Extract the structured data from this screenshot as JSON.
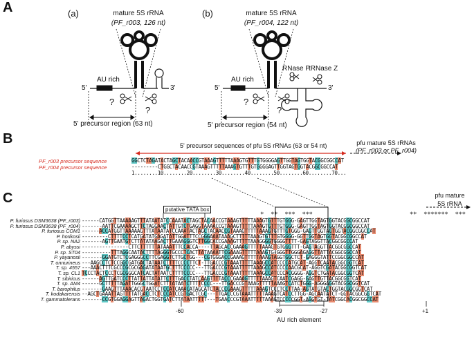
{
  "panel_a": {
    "letter": "A",
    "sub_a": "(a)",
    "sub_b": "(b)",
    "mature_a_title": "mature 5S rRNA",
    "mature_a_detail": "(PF_r003, 126 nt)",
    "mature_b_title": "mature 5S rRNA",
    "mature_b_detail": "(PF_r004, 122 nt)",
    "au_rich_a": "AU rich",
    "au_rich_b": "AU rich",
    "five_prime_a": "5'",
    "three_prime_a": "3'",
    "five_prime_b": "5'",
    "three_prime_b": "3'",
    "question": "?",
    "precursor_a": "5' precursor region (63 nt)",
    "precursor_b": "5' precursor region (54 nt)",
    "rnase_p": "RNase P",
    "trnase_z": "tRNase Z"
  },
  "panel_b": {
    "letter": "B",
    "arrow_label": "5' precursor sequences of pfu 5S rRNAs (63 or 54 nt)",
    "mature_label_1": "pfu mature 5S rRNAs",
    "mature_label_2": "(PF_r003 or PF_r004)",
    "row1_name": "PF_r003 precursor sequence",
    "row2_name": "PF_r004 precursor sequence",
    "row1_seq": "GGCTCTAGATACTAGCTACAACCGTAAAGTTTTTAAAGTGTTTGTGGGGAGTTGGTAGTGGTACGGCGGCCAT",
    "row2_seq": "---------CTGGCTACAACCGTAAAGTTTTTAAAGTGTTTGTGGGGAGTTGGTAGTGGTACGGCGGCCAT",
    "ruler": "1........10........20........30........40........50........60........70..."
  },
  "panel_c": {
    "letter": "C",
    "tata_label": "putative TATA box",
    "mature_label_1": "pfu mature",
    "mature_label_2": "5S rRNA",
    "au_element": "AU rich element",
    "pos_m60": "-60",
    "pos_m39": "-39",
    "pos_m27": "-27",
    "pos_p1": "+1",
    "stars_1": "*  **  ***  ***",
    "stars_2": "**  *******  ***",
    "species": [
      "P. furiosus DSM3638  (PF_r003)",
      "P. furiosus DSM3638  (PF_r004)",
      "P. furiosus COM1",
      "P. horikosii",
      "P. sp. NA2",
      "P. abyssi",
      "P. sp. ST04",
      "P. yayanosii",
      "T. onnurineus",
      "T. sp. 4557",
      "T. sp. CL1",
      "T. sibiricus",
      "T. sp. AM4",
      "T. barophilus",
      "T. kodakarensis",
      "T. gammatolerans"
    ],
    "sequences": [
      "------CATGGTTAAAAAGTTTATAATATCCAAATACTAGCTACAACCGTAAAGTTTTTAAAGTGTTTGTGGG-GAGTTGGTAGTGGTACGGCGGCCAT",
      "-------AATTCGAAAAGCTTCTAGGAACTATTGTCTGAGGTAAAACCGTAAAGTTTTTAAAGTGTTTGTGGG-GAGTTGGTAGTGGTACGGCGGCCAT",
      "------ACCATGGTTAAAAAGTTTATAATATCCAAATACTAGCTACAACCGTAAAGTTTTTAAAGTGTTTGTGGG-GAGTTGGTAGTGGTACGGCGGCCAT",
      "---------CTTTTCCTCATGATATGAGATATTGGATTTCCGGGAAATAAAGCTTTTTAAAGTGTTTGTGGGG-GGTTGGTAGTGGTACGGCGGCCAT",
      "-------AGTTGAATGTCTTATATAAGACTTGAAAGGGTCTTGGCACCGAAAGTTTTTAAAGGGGTGGGGTTTT-GAGTAGGTTACGGCGGCCAT",
      "----------------CTTCTTTTTTATAAATTTCCACCA----TTAGCACCGAAAGTTTTTAAAGTGTGGGTTT-GAGTAGGTTACGGCGGCCAT",
      "----------TTTAGGCAATACTTTTAGGGTGCCCTCACTTATAAAATTCGAAAGTTTTTAAAGTG-GGGTTGGGAGAGGTTATTACGGCGGCCAT",
      "-------GGATGTCTCGAGGGCCTTCGAGGTCTTGCTGG---CGTGGGACCGAAAGTTTTTAAAGTAGGTGGCTCT-GAGGGTATTCCGGCGGCCAT",
      "---AAGCCTCTCCGGCGATGACTATAATCTTTTCCCCTTCT-TTGACCCGTAAATTTTTAAAGCCATCCCCATGCAT-AGGTCAATACGGCGGTCAT",
      "---AAACTTTCGCCCGCGCGAGATATAATGCTTTCCCCC---TTGACCCGTAAATTTTTAAAGCCATCCCCAACGCAT-AGGTCGATACGGCGGTCAT",
      "TCCCTACTCCCTCGCGGGCATCACTATAATCTTTTCCCC---TTGACCCGTAAATTTTTAAAGCCATCCCACGGGG-AGGTCTGATACGGCGGTCAT",
      "------AGTTGATCCCTTATTATTATATTCTTTGACCTATCAAGTTTTACCCGAAAGTTTTTAAAGTCAATCGAGG-GAGTTGTTACGGCGGTCAT",
      "------GCTTTTTAGATTGGGCTGGATCTTTATAATCTTTTCCCC---TTGACCCGTAAAGTTTTTAAAGTCATCTGGG-AGGGAGGTACGGCGGTCAT",
      "-------GAAGTTTAAACACGTAATCCTCCATCAAACATAGCATCTACCCGAAAGTTTTTAAAGTCCCTCCTTAA-AGTATGTACTGGTACGGCGGTCAT",
      "--AGCTGAAATTAGTTTTATGACCTCTCCCATCCGTGACTCGC---TTGACCCGTAAATTTTTAAAGTCATCCTTGG-AGCAATATCT-GGTACGGCGGTCAT",
      "-------CCGTGGAGGAGTTAGACTGGTGATCTTATAATTTTT---TGAACCCGTAAATTTTTAAAGTCCCCCGGT-AGGTGT-TATCGGCACGGCGGCCAT"
    ]
  }
}
